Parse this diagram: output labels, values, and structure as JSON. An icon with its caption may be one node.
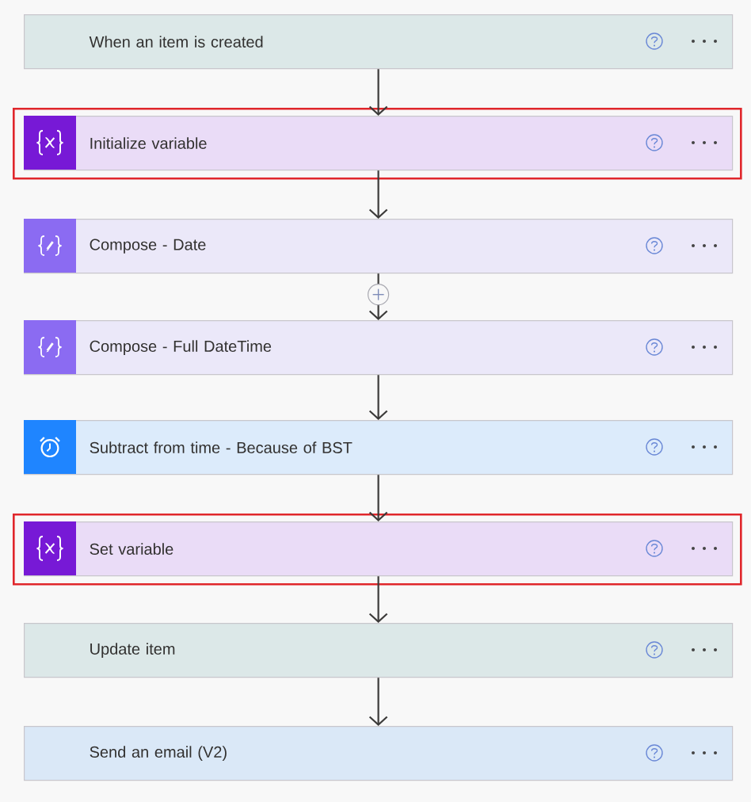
{
  "diagram": {
    "nodes": [
      {
        "text": [
          "When an item is created"
        ]
      },
      {
        "text": [],
        "shape": "box"
      },
      {
        "text": [
          "Initialize variable"
        ],
        "in": 1
      },
      {
        "text": [
          "Compose - Date"
        ]
      },
      {
        "text": [
          "Compose - Full DateTime"
        ]
      },
      {
        "text": [
          "Subtract from time - Because of BST"
        ]
      },
      {
        "text": [],
        "shape": "box"
      },
      {
        "text": [
          "Set variable"
        ],
        "in": 6
      },
      {
        "text": [
          "Update item"
        ]
      },
      {
        "text": [
          "Send an email (V2)"
        ]
      }
    ],
    "edges": [
      {
        "from": 0,
        "to": 2,
        "arrow": "to"
      },
      {
        "from": 2,
        "to": 3,
        "arrow": "to"
      },
      {
        "from": 3,
        "to": 4,
        "arrow": "to"
      },
      {
        "from": 4,
        "to": 5,
        "arrow": "to"
      },
      {
        "from": 5,
        "to": 7,
        "arrow": "to"
      },
      {
        "from": 7,
        "to": 8,
        "arrow": "to"
      },
      {
        "from": 8,
        "to": 9,
        "arrow": "to"
      }
    ]
  }
}
